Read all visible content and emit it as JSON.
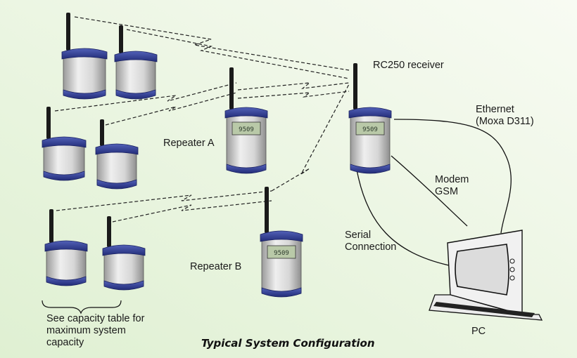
{
  "diagram": {
    "caption": "Typical System Configuration",
    "receiver_label": "RC250 receiver",
    "repeater_a_label": "Repeater A",
    "repeater_b_label": "Repeater B",
    "ethernet_label": "Ethernet\n(Moxa D311)",
    "modem_label": "Modem\nGSM",
    "serial_label": "Serial\nConnection",
    "pc_label": "PC",
    "capacity_note": "See capacity table for\nmaximum system\ncapacity",
    "lcd_reading": "9509"
  },
  "colors": {
    "background_gradient": [
      "#f7fbf2",
      "#d8eccb"
    ],
    "device_cap": "#2e3a8c",
    "device_body": "#d9d9d9",
    "antenna": "#1a1a1a"
  }
}
